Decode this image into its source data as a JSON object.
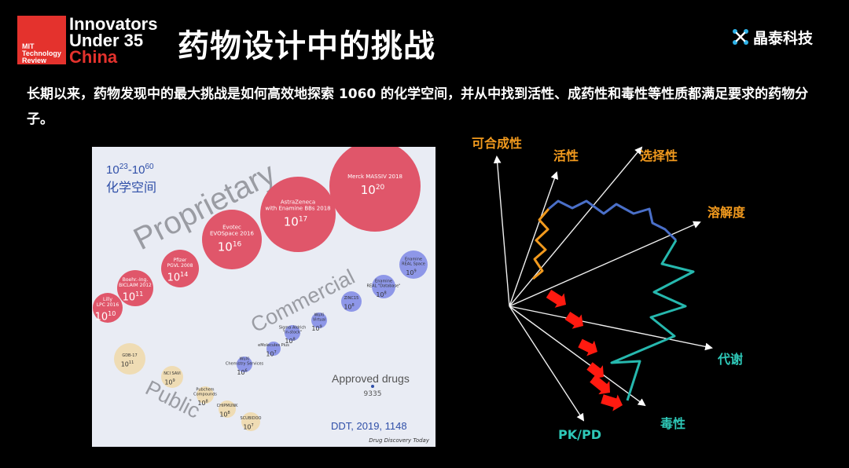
{
  "header": {
    "logo": {
      "mit_lines": [
        "MIT",
        "Technology",
        "Review"
      ],
      "lines": [
        "Innovators",
        "Under 35"
      ],
      "china": "China"
    },
    "title": "药物设计中的挑战",
    "brand": "晶泰科技",
    "brand_icon": "xtalpi-logo-icon"
  },
  "intro": "长期以来，药物发现中的最大挑战是如何高效地探索 1060 的化学空间，并从中找到活性、成药性和毒性等性质都满足要求的药物分子。",
  "figure": {
    "range_base1": "10",
    "range_exp1": "23",
    "range_sep": "-10",
    "range_exp2": "60",
    "range_label": "化学空间",
    "group_proprietary": "Proprietary",
    "group_commercial": "Commercial",
    "group_public": "Public",
    "approved_label": "Approved drugs",
    "approved_value": "9335",
    "citation": "DDT, 2019, 1148",
    "source": "Drug Discovery Today",
    "bubbles": [
      {
        "group": "proprietary",
        "lines": [
          "Lilly",
          "LPC 2016"
        ],
        "exp": "10"
      },
      {
        "group": "proprietary",
        "lines": [
          "Boehr.-Ing.",
          "BICLAIM 2012"
        ],
        "exp": "11"
      },
      {
        "group": "proprietary",
        "lines": [
          "Pfizer",
          "PGVL 2008"
        ],
        "exp": "14"
      },
      {
        "group": "proprietary",
        "lines": [
          "Evotec",
          "EVOSpace 2016"
        ],
        "exp": "16"
      },
      {
        "group": "proprietary",
        "lines": [
          "AstraZeneca",
          "with Enamine BBs 2018"
        ],
        "exp": "17"
      },
      {
        "group": "proprietary",
        "lines": [
          "Merck MASSIV 2018"
        ],
        "exp": "20"
      },
      {
        "group": "commercial",
        "lines": [
          "WuXi",
          "Chemistry Services"
        ],
        "exp": "6"
      },
      {
        "group": "commercial",
        "lines": [
          "eMolecules Plus"
        ],
        "exp": "7"
      },
      {
        "group": "commercial",
        "lines": [
          "Sigma Aldrich",
          "\"in-stock\""
        ],
        "exp": "8"
      },
      {
        "group": "commercial",
        "lines": [
          "WuXi",
          "Virtual"
        ],
        "exp": "9"
      },
      {
        "group": "commercial",
        "lines": [
          "ZINC15"
        ],
        "exp": "8"
      },
      {
        "group": "commercial",
        "lines": [
          "Enamine",
          "REAL \"Database\""
        ],
        "exp": "8"
      },
      {
        "group": "commercial",
        "lines": [
          "Enamine",
          "REAL Space"
        ],
        "exp": "9"
      },
      {
        "group": "public",
        "lines": [
          "GDB-17"
        ],
        "exp": "11"
      },
      {
        "group": "public",
        "lines": [
          "NCI SAVI"
        ],
        "exp": "9"
      },
      {
        "group": "public",
        "lines": [
          "Pubchem",
          "Compounds"
        ],
        "exp": "8"
      },
      {
        "group": "public",
        "lines": [
          "CHIPMUNK"
        ],
        "exp": "8"
      },
      {
        "group": "public",
        "lines": [
          "SCUBIDOO"
        ],
        "exp": "7"
      }
    ],
    "colors": {
      "proprietary": "#e0566a",
      "commercial": "#8e97e8",
      "public": "#efdcb4",
      "blue_text": "#2f4fa8"
    }
  },
  "radar": {
    "axes": [
      {
        "label": "可合成性",
        "color": "#f29a1e"
      },
      {
        "label": "活性",
        "color": "#f29a1e"
      },
      {
        "label": "选择性",
        "color": "#f29a1e"
      },
      {
        "label": "溶解度",
        "color": "#f29a1e"
      },
      {
        "label": "代谢",
        "color": "#2ec8b8"
      },
      {
        "label": "毒性",
        "color": "#2ec8b8"
      },
      {
        "label": "PK/PD",
        "color": "#2ec8b8"
      }
    ],
    "path_colors": [
      "#f29a1e",
      "#4a6fc8",
      "#26b8ae",
      "#ff1a10"
    ]
  }
}
